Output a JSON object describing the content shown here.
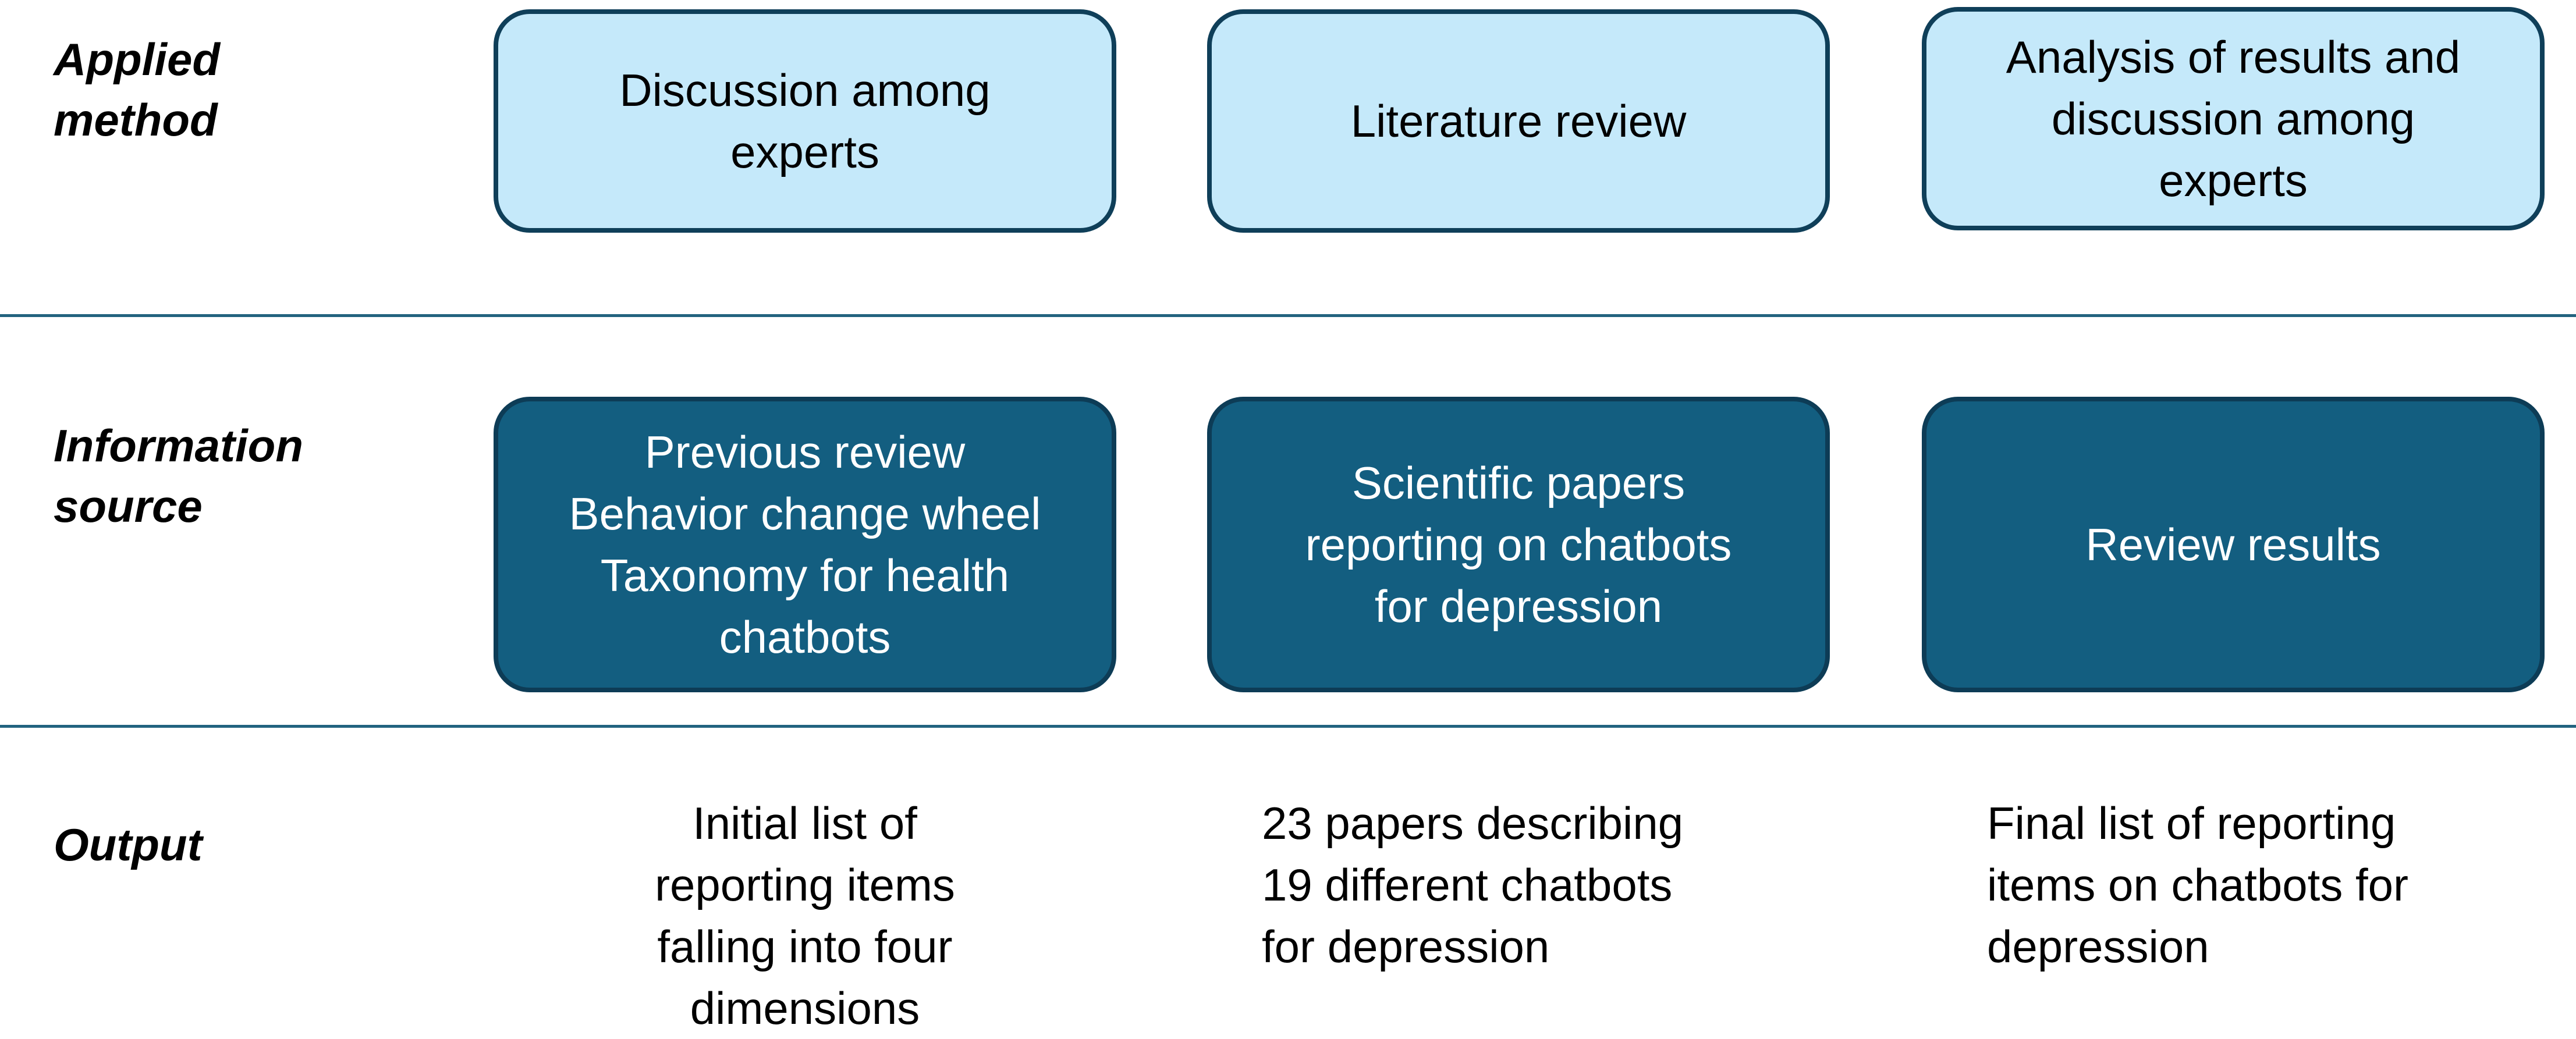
{
  "rows": {
    "method": {
      "label_lines": [
        "Applied",
        "method"
      ]
    },
    "source": {
      "label_lines": [
        "Information",
        "source"
      ]
    },
    "output": {
      "label_lines": [
        "Output"
      ]
    }
  },
  "columns": [
    {
      "method_lines": [
        "Discussion among",
        "experts"
      ],
      "source_lines": [
        "Previous review",
        "Behavior change wheel",
        "Taxonomy for health",
        "chatbots"
      ],
      "output_lines": [
        "Initial list of",
        "reporting items",
        "falling into four",
        "dimensions"
      ]
    },
    {
      "method_lines": [
        "Literature review"
      ],
      "source_lines": [
        "Scientific papers",
        "reporting on chatbots",
        "for depression"
      ],
      "output_lines": [
        "23 papers describing",
        "19 different chatbots",
        "for depression"
      ]
    },
    {
      "method_lines": [
        "Analysis of results and",
        "discussion among",
        "experts"
      ],
      "source_lines": [
        "Review results"
      ],
      "output_lines": [
        "Final list of reporting",
        "items on chatbots for",
        "depression"
      ]
    }
  ],
  "colors": {
    "light_box_fill": "#c5e9fa",
    "dark_box_fill": "#135e80",
    "border": "#0f3f59",
    "divider": "#22637f"
  }
}
